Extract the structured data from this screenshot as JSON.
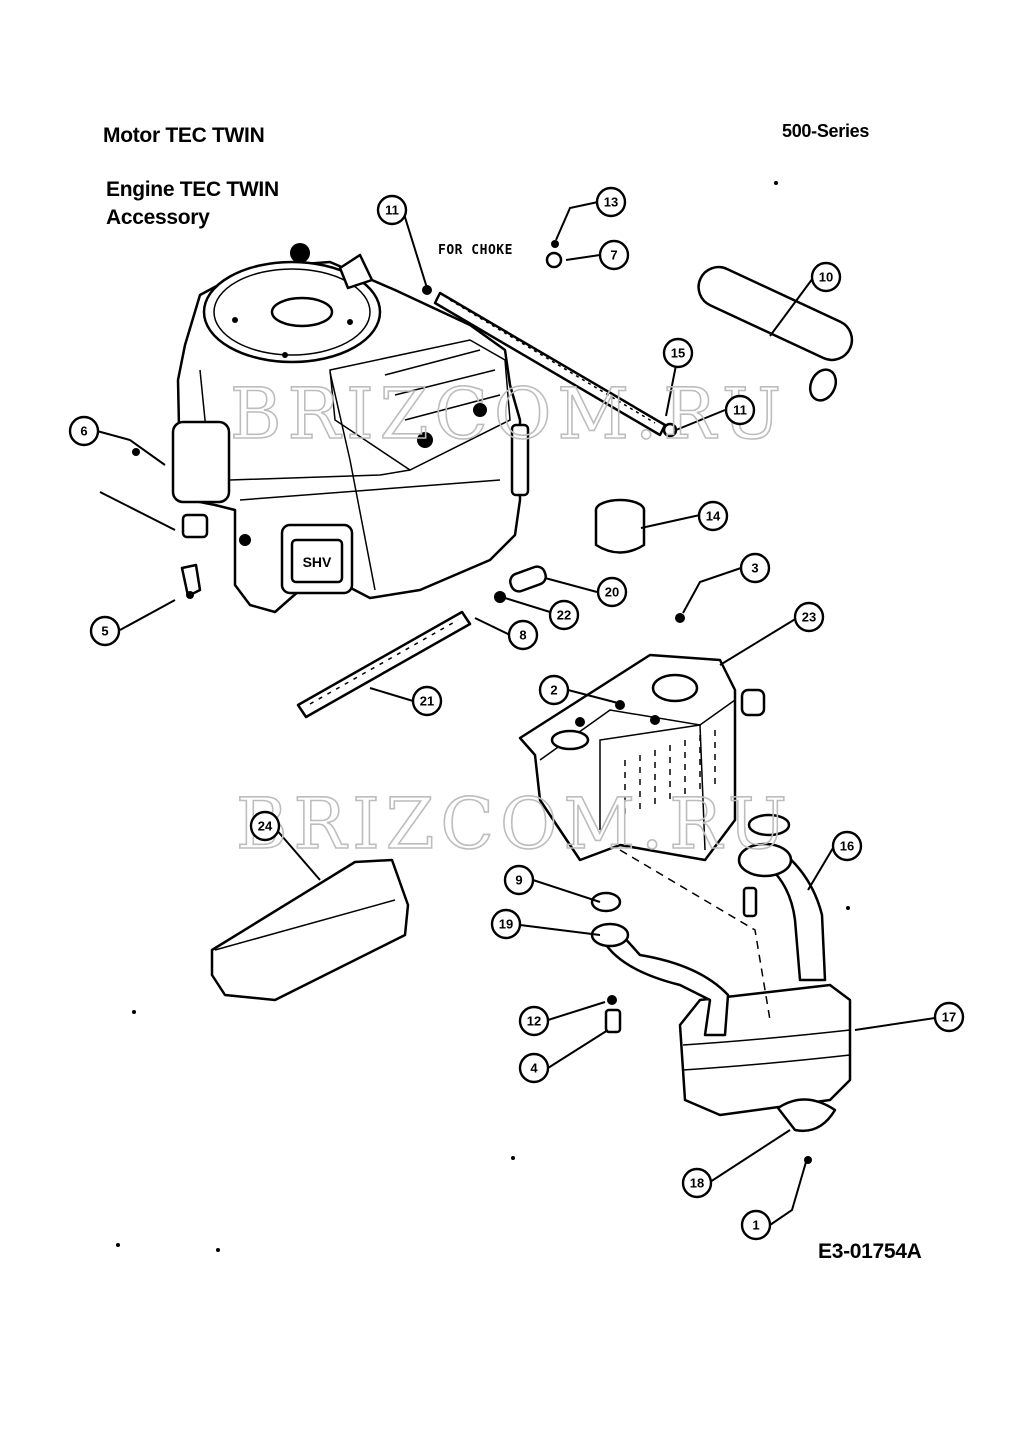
{
  "header": {
    "title_de": "Motor TEC TWIN",
    "series": "500-Series",
    "title_en_line1": "Engine TEC TWIN",
    "title_en_line2": "Accessory"
  },
  "diagram": {
    "annotation": "FOR CHOKE",
    "code": "E3-01754A",
    "watermark": "BRIZCOM.RU",
    "callouts": [
      "11",
      "13",
      "7",
      "10",
      "15",
      "11",
      "6",
      "14",
      "3",
      "20",
      "22",
      "5",
      "8",
      "23",
      "21",
      "2",
      "24",
      "16",
      "9",
      "19",
      "17",
      "12",
      "4",
      "18",
      "1"
    ]
  }
}
